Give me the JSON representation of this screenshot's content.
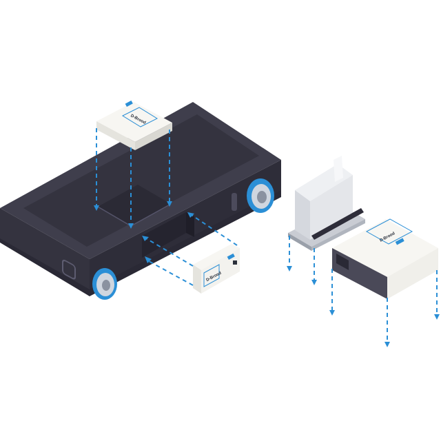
{
  "modules": {
    "top_module_brand": "D-Brood",
    "side_module_brand": "D-Brood",
    "right_module_brand": "D-Brood"
  },
  "colors": {
    "chassis_top": "#3f3e4c",
    "chassis_side": "#2e2d39",
    "chassis_inner": "#33323f",
    "wheel_rim": "#2b8fd6",
    "module_white": "#f7f6f2",
    "arrow_blue": "#2b8fd6"
  },
  "icons": {
    "chassis": "agv-chassis-icon",
    "wheel": "wheel-icon",
    "sensor": "sensor-port-icon",
    "module": "control-module-icon",
    "mount": "bracket-mount-icon"
  }
}
